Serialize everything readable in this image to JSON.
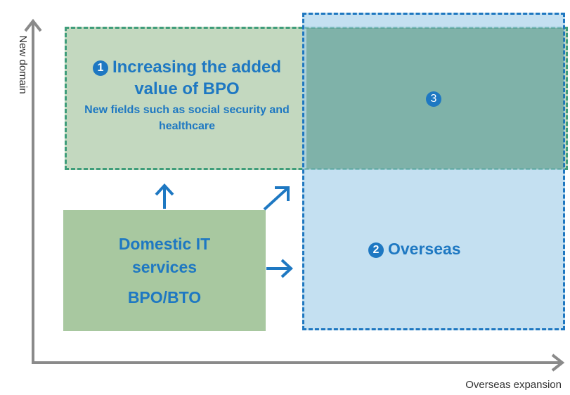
{
  "axes": {
    "y_label": "New domain",
    "x_label": "Overseas expansion"
  },
  "value_box": {
    "number": "1",
    "title": "Increasing the added value of BPO",
    "subtitle": "New fields such as social security and healthcare"
  },
  "overlap_box": {
    "number": "3"
  },
  "overseas_box": {
    "number": "2",
    "title": "Overseas"
  },
  "domestic_box": {
    "title": "Domestic IT services",
    "code": "BPO/BTO"
  },
  "colors": {
    "accent_blue": "#1e78c2",
    "green_fill": "#a8c8a0",
    "green_dash": "#3f9d7a",
    "blue_fill": "#a0cde8",
    "blue_dash": "#1e77c0",
    "axis": "#8a8a8a"
  }
}
